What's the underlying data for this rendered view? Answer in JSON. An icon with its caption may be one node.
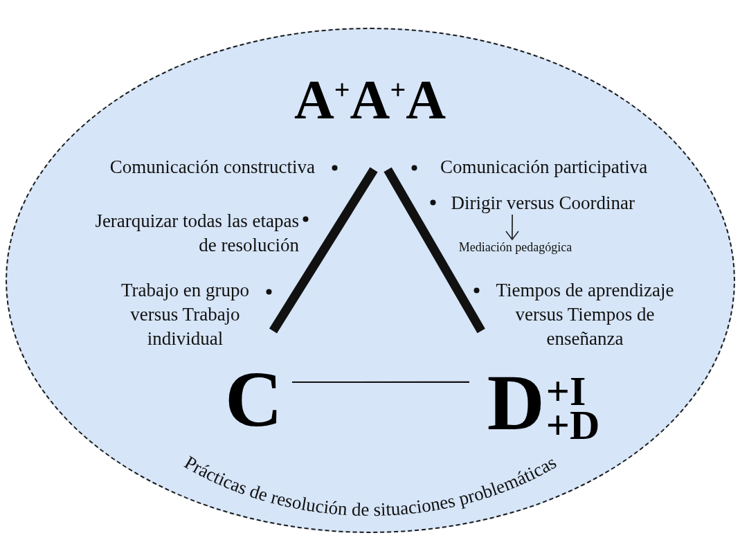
{
  "diagram": {
    "nodes": [
      {
        "text": [
          "Prácticas de resolución de situaciones problemáticas"
        ]
      },
      {
        "text": [
          "A$^{+}$A$^{+}$A"
        ],
        "in": 0
      },
      {
        "text": [
          "C"
        ],
        "in": 0
      },
      {
        "text": [
          "D$^{+I}$$_{+D}$"
        ],
        "in": 0
      },
      {
        "text": [
          "Dirigir versus Coordinar"
        ],
        "in": 0
      },
      {
        "text": [
          "Mediación pedagógica"
        ],
        "in": 0
      }
    ],
    "edges": [
      {
        "from": 1,
        "to": 2,
        "arrow": "none",
        "style": "thick"
      },
      {
        "from": 1,
        "to": 3,
        "arrow": "none",
        "style": "thick"
      },
      {
        "from": 2,
        "to": 3,
        "arrow": "none"
      },
      {
        "from": 4,
        "to": 5,
        "arrow": "to"
      }
    ],
    "labels": [
      "Comunicación constructiva",
      "Comunicación participativa",
      "Jerarquizar todas las etapas de resolución",
      "Trabajo en grupo versus Trabajo individual",
      "Tiempos de aprendizaje versus Tiempos de enseñanza"
    ]
  }
}
